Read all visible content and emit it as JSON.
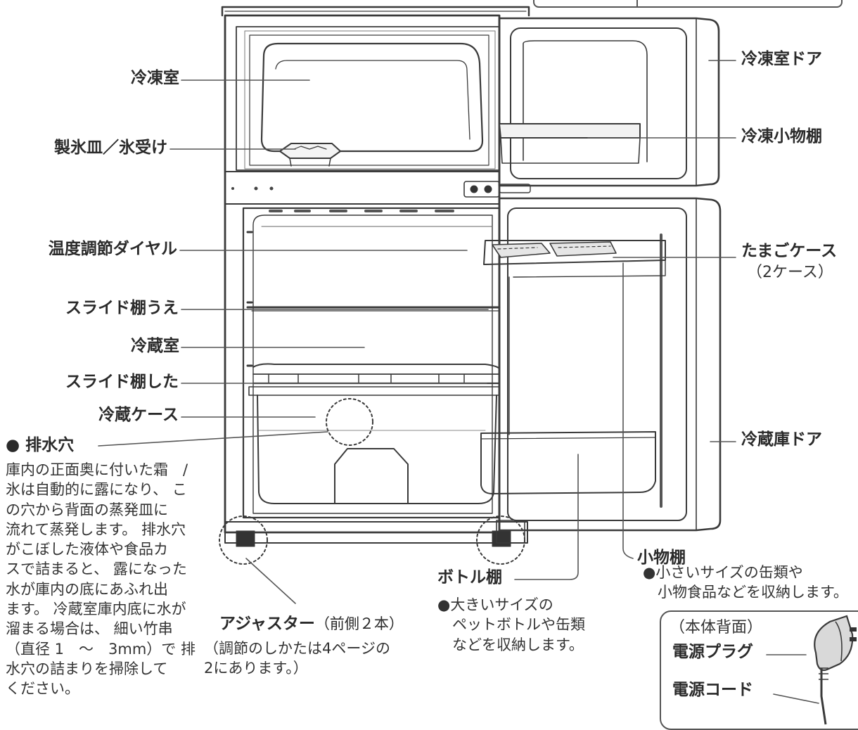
{
  "labels": {
    "freezer": "冷凍室",
    "ice_tray": "製氷皿／氷受け",
    "temp_dial": "温度調節ダイヤル",
    "slide_shelf_upper": "スライド棚うえ",
    "fridge_compartment": "冷蔵室",
    "slide_shelf_lower": "スライド棚した",
    "fridge_case": "冷蔵ケース",
    "drain_hole": "● 排水穴",
    "freezer_door": "冷凍室ドア",
    "freezer_small_shelf": "冷凍小物棚",
    "egg_case": "たまごケース",
    "egg_case_note": "（2ケース）",
    "fridge_door": "冷蔵庫ドア",
    "small_shelf": "小物棚",
    "bottle_shelf": "ボトル棚",
    "adjuster": "アジャスター",
    "adjuster_note": "（前側２本）",
    "power_plug": "電源プラグ",
    "power_cord": "電源コード",
    "back_view": "（本体背面）"
  },
  "notes": {
    "drain": [
      "庫内の正面奥に付いた霜　/",
      "氷は自動的に露になり、 こ",
      "の穴から背面の蒸発皿に",
      "流れて蒸発します。 排水穴",
      "がこぼした液体や食品カ",
      "スで詰まると、 露になった",
      "水が庫内の底にあふれ出",
      "ます。 冷蔵室庫内底に水が",
      "溜まる場合は、 細い竹串",
      "（直径 1　～　3mm）で 排",
      "水穴の詰まりを掃除して",
      "ください。"
    ],
    "adjuster": [
      "（調節のしかたは4ページの",
      "2にあります。）"
    ],
    "bottle_shelf": [
      "●大きいサイズの",
      "　ペットボトルや缶類",
      "　などを収納します。"
    ],
    "small_shelf": [
      "●小さいサイズの缶類や",
      "　小物食品などを収納します。"
    ]
  }
}
